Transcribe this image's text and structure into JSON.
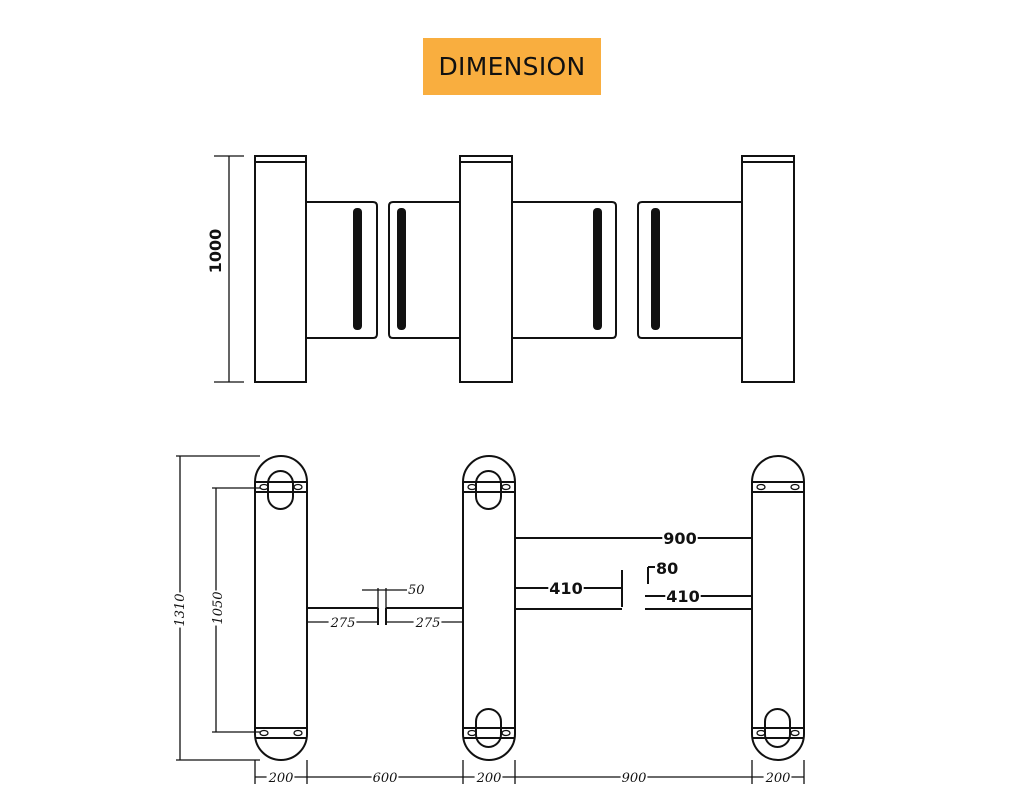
{
  "title": "DIMENSION",
  "colors": {
    "badge": "#f9ae3f",
    "line": "#111111"
  },
  "front_view": {
    "height": "1000"
  },
  "top_view": {
    "overall_depth": "1310",
    "inner_depth": "1050",
    "gap": "50",
    "left_segment": "275",
    "right_segment": "275",
    "wing_left": "410",
    "wing_right": "410",
    "wing_gap": "80",
    "passage_upper": "900",
    "bottom_widths": [
      "200",
      "600",
      "200",
      "900",
      "200"
    ]
  }
}
